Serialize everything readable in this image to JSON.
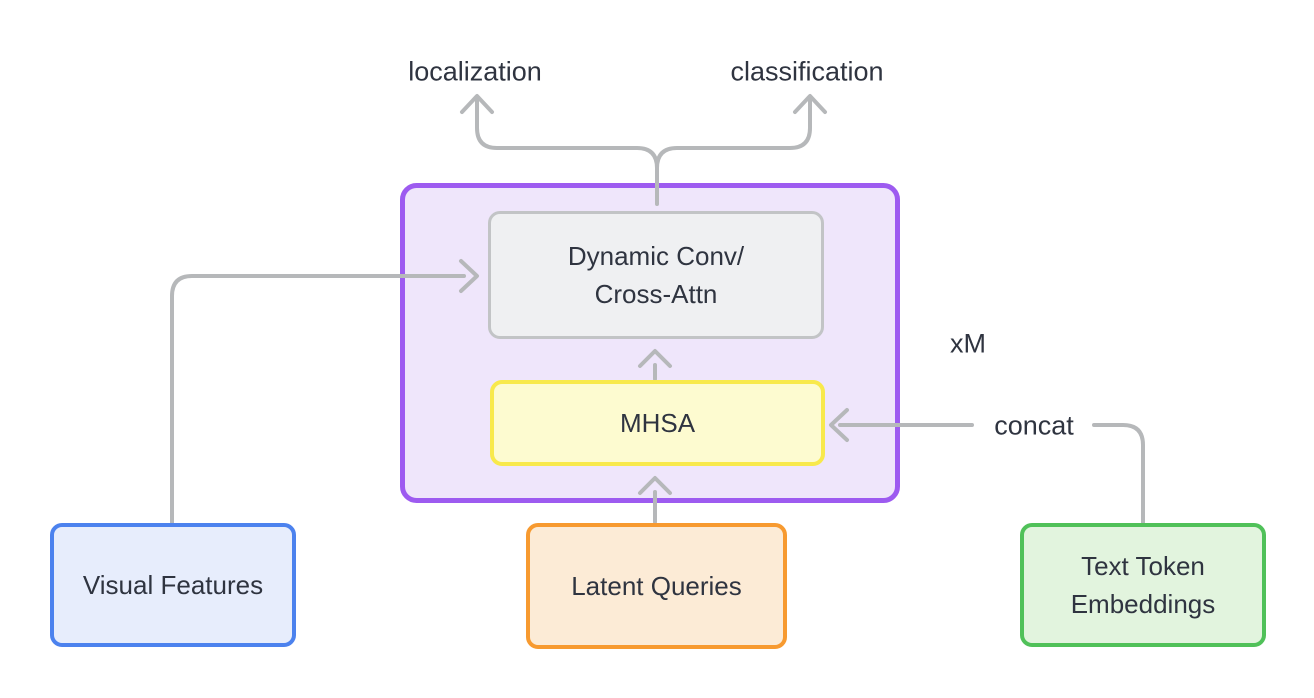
{
  "diagram": {
    "colors": {
      "background": "#ffffff",
      "connector": "#b6b8ba",
      "text": "#2f3440",
      "container_fill": "#efe6fb",
      "container_border": "#9d5bf0"
    },
    "outputs": {
      "localization": "localization",
      "classification": "classification"
    },
    "annotations": {
      "repeat": "xM",
      "concat": "concat"
    },
    "nodes": {
      "dynamic_conv": {
        "line1": "Dynamic Conv/",
        "line2": "Cross-Attn",
        "fill": "#eff0f2",
        "border": "#c2c4c6"
      },
      "mhsa": {
        "label": "MHSA",
        "fill": "#fdfbd0",
        "border": "#f8e94b"
      },
      "visual_features": {
        "label": "Visual Features",
        "fill": "#e7edfc",
        "border": "#4c82ee"
      },
      "latent_queries": {
        "label": "Latent Queries",
        "fill": "#fcebd6",
        "border": "#f79a30"
      },
      "text_token_embeddings": {
        "line1": "Text Token",
        "line2": "Embeddings",
        "fill": "#e2f4de",
        "border": "#50c159"
      }
    }
  }
}
